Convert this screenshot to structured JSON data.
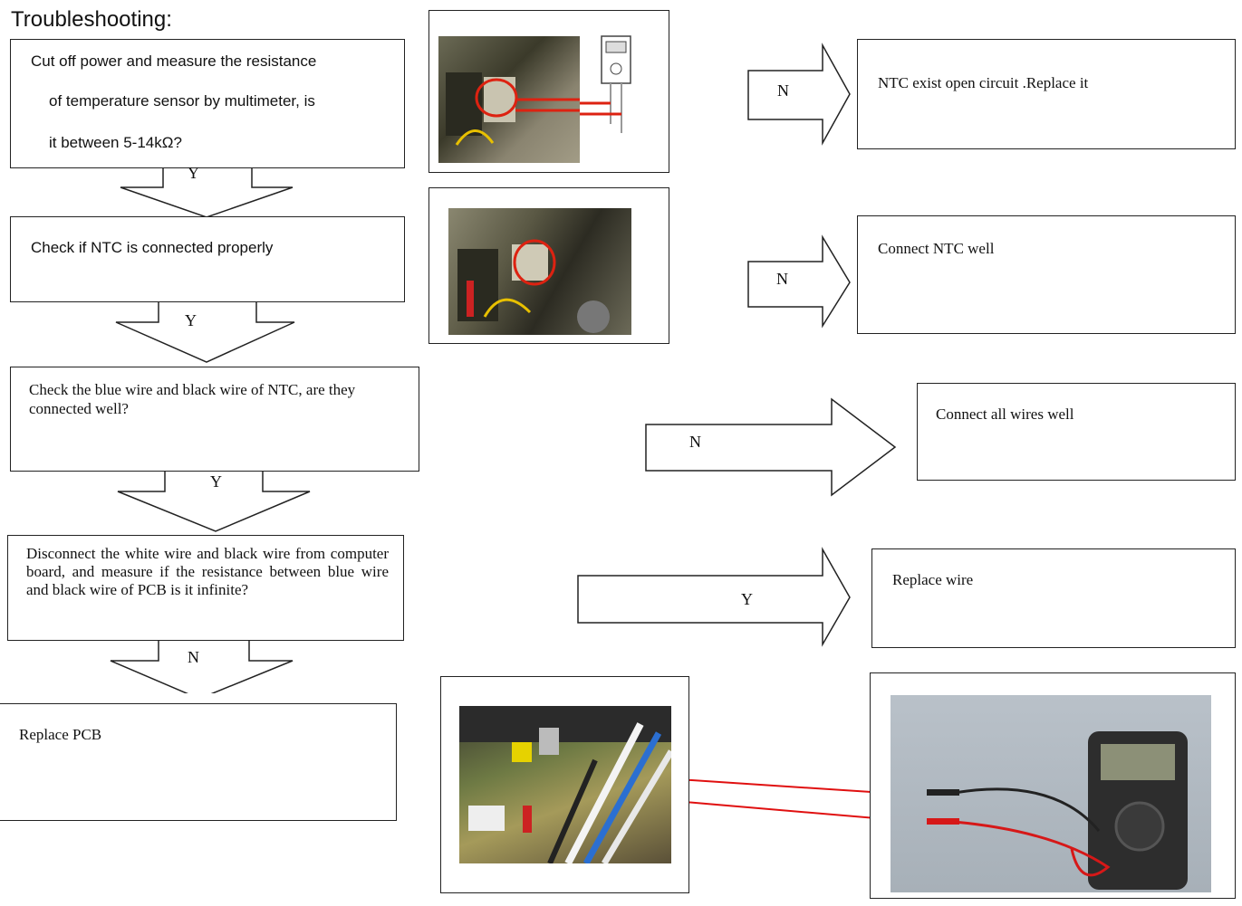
{
  "title": "Troubleshooting:",
  "steps": [
    {
      "text_lines": [
        "Cut off power and measure the resistance",
        "of temperature sensor by multimeter, is",
        "it between 5-14kΩ?"
      ],
      "yes_label": "Y"
    },
    {
      "text": "Check if NTC is connected properly",
      "yes_label": "Y"
    },
    {
      "text": "Check the blue wire and black wire of NTC, are they connected well?",
      "yes_label": "Y"
    },
    {
      "text": "Disconnect the white wire and black wire from computer board, and measure if the resistance between blue wire and black wire of PCB is it infinite?",
      "no_label": "N"
    }
  ],
  "final_step": "Replace PCB",
  "outcomes": [
    {
      "arrow_label": "N",
      "text": "NTC exist open circuit .Replace it"
    },
    {
      "arrow_label": "N",
      "text": "Connect NTC well"
    },
    {
      "arrow_label": "N",
      "text": "Connect all wires well"
    },
    {
      "arrow_label": "Y",
      "text": "Replace wire"
    }
  ],
  "colors": {
    "line": "#222222",
    "pointer": "#e01010"
  }
}
